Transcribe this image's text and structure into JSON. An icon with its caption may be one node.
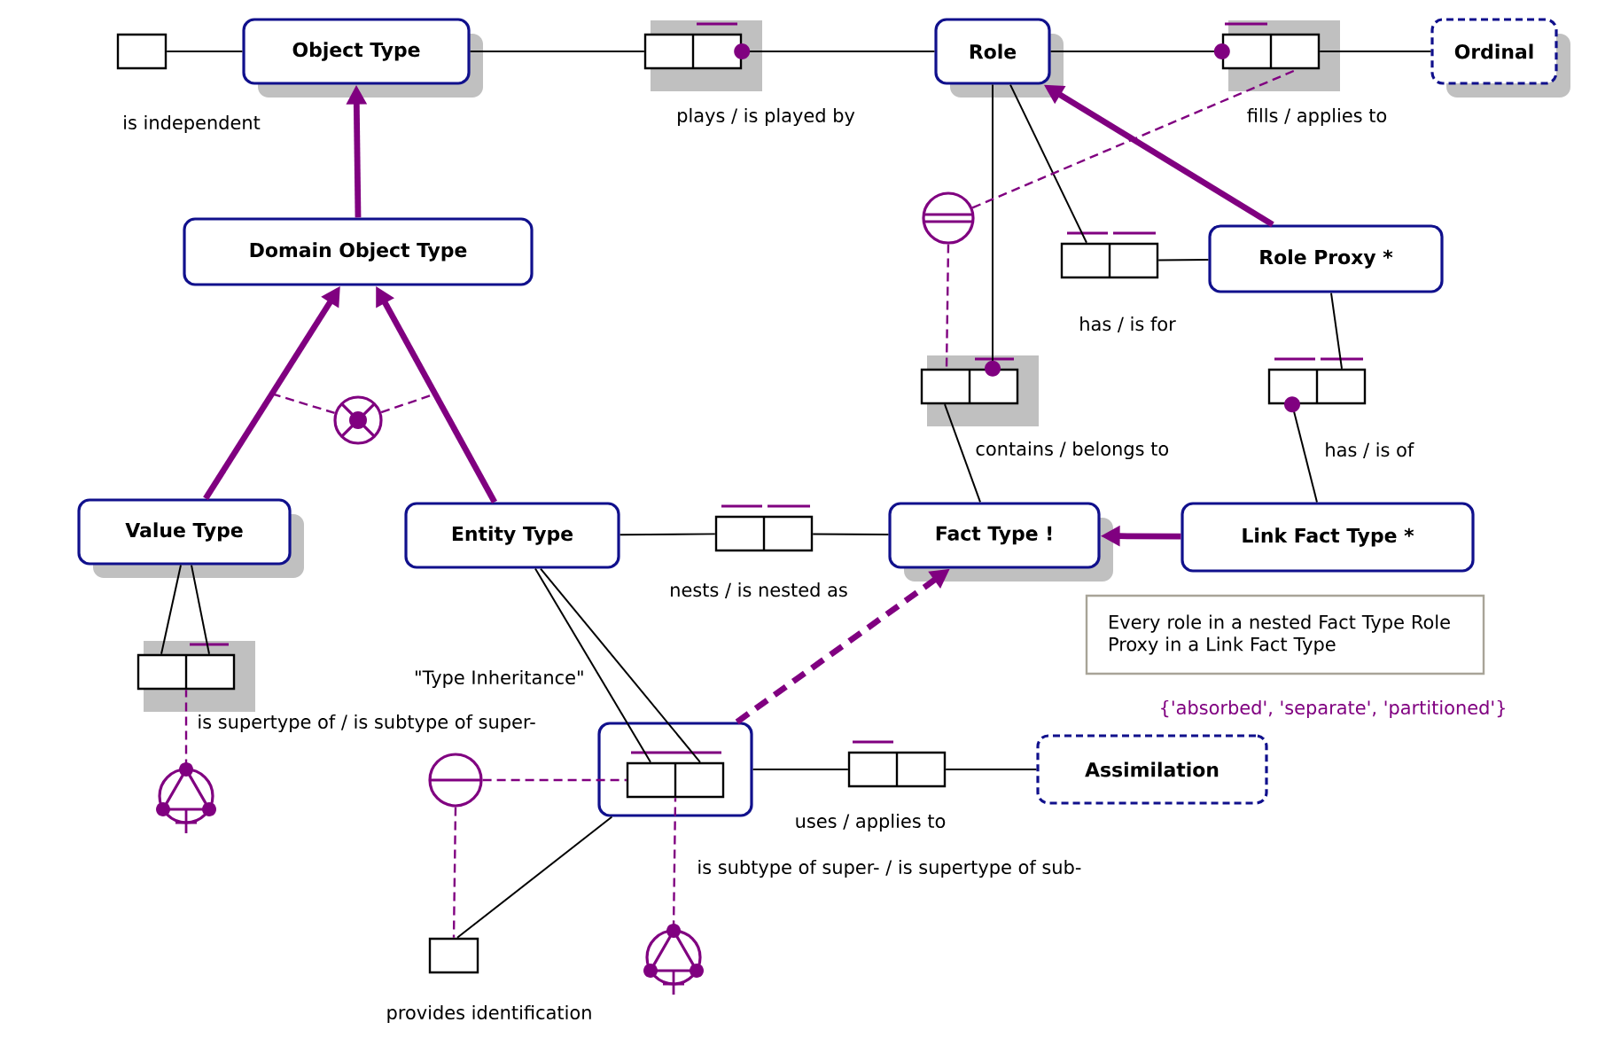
{
  "diagram": {
    "nodes": [
      {
        "text": [
          "Object Type"
        ]
      },
      {
        "text": [
          "Role"
        ]
      },
      {
        "text": [
          "Ordinal"
        ]
      },
      {
        "text": [
          "Domain Object Type"
        ]
      },
      {
        "text": [
          "Role Proxy *"
        ]
      },
      {
        "text": [
          "Value Type"
        ]
      },
      {
        "text": [
          "Entity Type"
        ]
      },
      {
        "text": [
          "Fact Type !"
        ]
      },
      {
        "text": [
          "Link Fact Type *"
        ]
      },
      {
        "text": [
          "Assimilation"
        ],
        "beside": [
          "{'absorbed', 'separate', 'partitioned'}"
        ]
      },
      {
        "text": [
          "\"Type Inheritance\""
        ]
      },
      {
        "text": [],
        "shape": "box",
        "beside": [
          "is independent"
        ]
      },
      {
        "text": [],
        "shape": "box",
        "beside": [
          "plays / is played by"
        ]
      },
      {
        "text": [],
        "shape": "box",
        "beside": [
          "fills / applies to"
        ]
      },
      {
        "text": [],
        "shape": "box",
        "beside": [
          "has / is for"
        ]
      },
      {
        "text": [],
        "shape": "box",
        "beside": [
          "contains / belongs to"
        ]
      },
      {
        "text": [],
        "shape": "box",
        "beside": [
          "has / is of"
        ]
      },
      {
        "text": [],
        "shape": "box",
        "beside": [
          "nests / is nested as"
        ]
      },
      {
        "text": [],
        "shape": "box",
        "beside": [
          "is supertype of / is subtype of super-"
        ]
      },
      {
        "text": [],
        "shape": "box",
        "in": 10,
        "beside": [
          "is subtype of super- / is supertype of sub-"
        ]
      },
      {
        "text": [],
        "shape": "box",
        "beside": [
          "uses / applies to"
        ]
      },
      {
        "text": [],
        "shape": "box",
        "beside": [
          "provides identification"
        ]
      },
      {
        "text": [
          "Every role in a nested Fact Type Role Proxy in a Link Fact Type"
        ]
      },
      {
        "text": [],
        "shape": "circle"
      },
      {
        "text": [],
        "shape": "circle"
      },
      {
        "text": [],
        "shape": "circle"
      },
      {
        "text": [],
        "shape": "circle"
      },
      {
        "text": [],
        "shape": "circle"
      }
    ],
    "edges": [
      {
        "from": 11,
        "to": 0,
        "arrow": "none"
      },
      {
        "from": 0,
        "to": 12,
        "arrow": "none"
      },
      {
        "from": 12,
        "to": 1,
        "arrow": "other"
      },
      {
        "from": 13,
        "to": 1,
        "arrow": "other"
      },
      {
        "from": 13,
        "to": 2,
        "arrow": "none"
      },
      {
        "from": 15,
        "to": 1,
        "arrow": "other"
      },
      {
        "from": 1,
        "to": 14,
        "arrow": "none"
      },
      {
        "from": 14,
        "to": 4,
        "arrow": "none"
      },
      {
        "from": 4,
        "to": 1,
        "arrow": "to",
        "style": "thick",
        "color": "#800080"
      },
      {
        "from": 4,
        "to": 16,
        "arrow": "none"
      },
      {
        "from": 16,
        "to": 8,
        "arrow": "other"
      },
      {
        "from": 15,
        "to": 7,
        "arrow": "none"
      },
      {
        "from": 8,
        "to": 7,
        "arrow": "to",
        "style": "thick",
        "color": "#800080"
      },
      {
        "from": 3,
        "to": 0,
        "arrow": "to",
        "style": "thick",
        "color": "#800080"
      },
      {
        "from": 5,
        "to": 3,
        "arrow": "to",
        "style": "thick",
        "color": "#800080"
      },
      {
        "from": 6,
        "to": 3,
        "arrow": "to",
        "style": "thick",
        "color": "#800080"
      },
      {
        "from": 6,
        "to": 17,
        "arrow": "none"
      },
      {
        "from": 17,
        "to": 7,
        "arrow": "none"
      },
      {
        "from": 5,
        "to": 18,
        "arrow": "none"
      },
      {
        "from": 5,
        "to": 18,
        "arrow": "none"
      },
      {
        "from": 6,
        "to": 19,
        "arrow": "none"
      },
      {
        "from": 6,
        "to": 19,
        "arrow": "none"
      },
      {
        "from": 10,
        "to": 7,
        "arrow": "to",
        "style": "dashed",
        "color": "#800080"
      },
      {
        "from": 10,
        "to": 20,
        "arrow": "none"
      },
      {
        "from": 20,
        "to": 9,
        "arrow": "none"
      },
      {
        "from": 10,
        "to": 21,
        "arrow": "none"
      },
      {
        "from": 23,
        "to": null,
        "arrow": "none",
        "style": "dashed",
        "color": "#800080"
      },
      {
        "from": 23,
        "to": null,
        "arrow": "none",
        "style": "dashed",
        "color": "#800080"
      },
      {
        "from": 24,
        "to": 13,
        "arrow": "none",
        "style": "dashed",
        "color": "#800080"
      },
      {
        "from": 24,
        "to": 15,
        "arrow": "none",
        "style": "dashed",
        "color": "#800080"
      },
      {
        "from": 25,
        "to": 18,
        "arrow": "none",
        "style": "dashed",
        "color": "#800080"
      },
      {
        "from": 26,
        "to": 19,
        "arrow": "none",
        "style": "dashed",
        "color": "#800080"
      },
      {
        "from": 26,
        "to": 21,
        "arrow": "none",
        "style": "dashed",
        "color": "#800080"
      },
      {
        "from": 27,
        "to": 19,
        "arrow": "none",
        "style": "dashed",
        "color": "#800080"
      }
    ]
  }
}
